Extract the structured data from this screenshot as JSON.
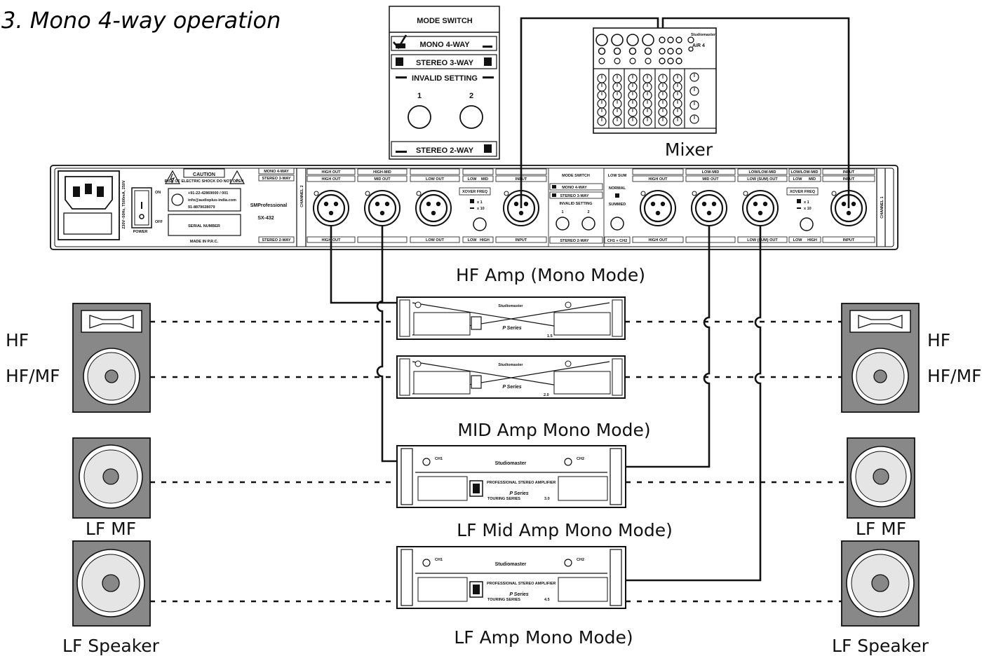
{
  "title": "3. Mono 4-way operation",
  "mode_switch": {
    "title": "MODE SWITCH",
    "mono": "MONO 4-WAY",
    "stereo3": "STEREO 3-WAY",
    "invalid": "INVALID SETTING",
    "num1": "1",
    "num2": "2",
    "stereo2": "STEREO 2-WAY"
  },
  "mixer": {
    "label": "Mixer",
    "brand": "Studiomaster",
    "model": "AiR 4"
  },
  "crossover": {
    "caution": "CAUTION",
    "shock_warning": "RISK OF ELECTRIC SHOCK DO NOT OPEN",
    "phone": "+91-22-42869000 / 001",
    "email": "info@audioplus-india.com",
    "whatsapp": "91-8879028079",
    "serial": "SERIAL NUMBER",
    "made_in": "MADE IN P.R.C.",
    "brand": "SMProfessional",
    "model": "SX-432",
    "power": "POWER",
    "on": "ON",
    "off": "OFF",
    "voltage": "230V~50Hz, T500mA, 250V",
    "mono4way": "MONO 4-WAY",
    "stereo3way": "STEREO 3-WAY",
    "stereo2way": "STEREO 2-WAY",
    "channel2": "CHANNEL 2",
    "channel1": "CHANNEL 1",
    "high_out": "HIGH OUT",
    "high_mid": "HIGH-MID",
    "mid_out": "MID OUT",
    "low_out": "LOW OUT",
    "low_mid": "LOW-MID",
    "low": "LOW",
    "mid": "MID",
    "high": "HIGH",
    "input": "INPUT",
    "xover_freq": "XOVER FREQ",
    "x1": "x 1",
    "x10": "x 10",
    "mode_switch": "MODE SWITCH",
    "mono_4way_s": "MONO 4-WAY",
    "stereo_3way_s": "STEREO 3-WAY",
    "invalid_s": "INVALID SETTING",
    "stereo_2way_s": "STEREO 2-WAY",
    "n1": "1",
    "n2": "2",
    "low_sum": "LOW SUM",
    "normal": "NORMAL",
    "summed": "SUMMED",
    "ch1ch2": "CH1 + CH2",
    "low_low_mid": "LOW/LOW-MID",
    "low_sum_out": "LOW (SUM) OUT"
  },
  "amps": {
    "hf": "HF Amp (Mono Mode)",
    "mid": "MID Amp Mono Mode)",
    "lfmid": "LF Mid Amp Mono Mode)",
    "lf": "LF Amp Mono Mode)",
    "brand": "Studiomaster",
    "subtitle": "PROFESSIONAL STEREO AMPLIFIER",
    "series": "P Series",
    "touring": "TOURING SERIES",
    "ch1": "CH1",
    "ch2": "CH2",
    "models": [
      "1.5",
      "2.0",
      "3.0",
      "4.5"
    ]
  },
  "speakers": {
    "hf": "HF",
    "hfmf": "HF/MF",
    "lfmf": "LF MF",
    "lfspeaker": "LF Speaker"
  }
}
